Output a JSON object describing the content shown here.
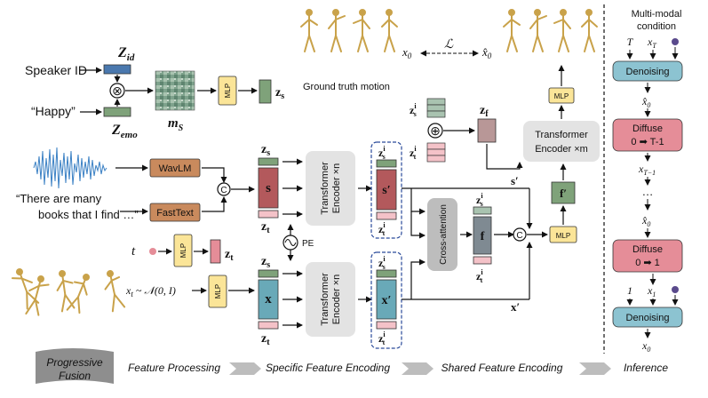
{
  "inputs": {
    "speaker_id": "Speaker ID",
    "emotion": "“Happy”",
    "text_line1": "“There are many",
    "text_line2": "books that I find …”",
    "t": "t",
    "noise": "x",
    "noise_sub": "t",
    "noise_dist": " ~ 𝒩(0, I)"
  },
  "symbols": {
    "z": "Z",
    "id_sub": "id",
    "emo_sub": "emo",
    "m": "m",
    "s_sub": "S",
    "zs": "z",
    "zs_sub": "s",
    "zt": "z",
    "zt_sub": "t",
    "zf": "z",
    "zf_sub": "f",
    "sup_i": "i",
    "s_bold": "s",
    "x_bold": "x",
    "s_prime": "s′",
    "x_prime": "x′",
    "f": "f",
    "f_prime": "f′",
    "x0": "x",
    "x0_sub": "0",
    "x0hat": "x̂",
    "loss": "ℒ",
    "pe": "PE",
    "concat": "C",
    "otimes": "⊗",
    "oplus": "⊕"
  },
  "modules": {
    "mlp": "MLP",
    "wavlm": "WavLM",
    "fasttext": "FastText",
    "transformer": "Transformer",
    "encoder_n": "Encoder ×n",
    "encoder_m": "Encoder ×m",
    "cross_attention": "Cross-attention"
  },
  "captions": {
    "ground_truth": "Ground truth motion"
  },
  "inference": {
    "title_line1": "Multi-modal",
    "title_line2": "condition",
    "T": "T",
    "xT": "x",
    "xT_sub": "T",
    "denoising": "Denoising",
    "diffuse": "Diffuse",
    "step1_from": "0",
    "step1_to": "T-1",
    "xT1": "x",
    "xT1_sub": "T−1",
    "dots": "…",
    "step2_from": "0",
    "step2_to": "1",
    "one": "1",
    "x1": "x",
    "x1_sub": "1"
  },
  "stages": {
    "fusion_line1": "Progressive",
    "fusion_line2": "Fusion",
    "s1": "Feature Processing",
    "s2": "Specific Feature Encoding",
    "s3": "Shared Feature Encoding",
    "s4": "Inference"
  },
  "colors": {
    "blue_bar": "#4a78ae",
    "green_bar": "#7fa27a",
    "mlp": "#fbe598",
    "wavlm": "#c98a5d",
    "encoder": "#e3e3e3",
    "s_box": "#b3595c",
    "x_box": "#69a9b8",
    "pink": "#f4c2c8",
    "zf": "#b89797",
    "denoise": "#8cc3d1",
    "diffuse": "#e58d98",
    "waveform": "#3a80c4",
    "stage_bar": "#bdbdbd",
    "dashed": "#2a4a9a"
  }
}
